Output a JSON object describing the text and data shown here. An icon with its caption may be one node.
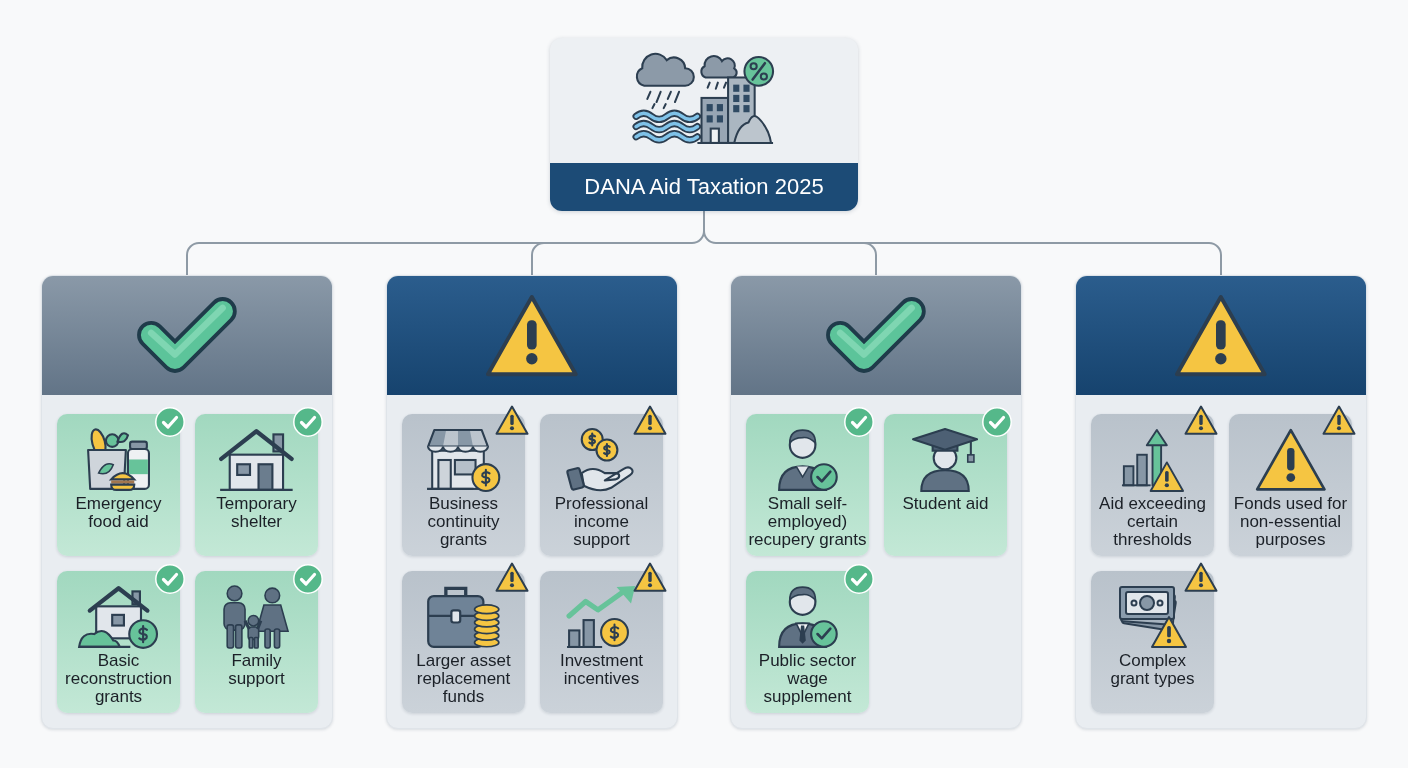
{
  "diagram": {
    "nodes": [
      {
        "text": [
          "DANA Aid Taxation 2025"
        ]
      },
      {
        "text": [],
        "shape": "box"
      },
      {
        "text": [
          "Emergency food aid"
        ],
        "in": 1
      },
      {
        "text": [
          "Temporary shelter"
        ],
        "in": 1
      },
      {
        "text": [
          "Basic reconstruction grants"
        ],
        "in": 1
      },
      {
        "text": [
          "Family support"
        ],
        "in": 1
      },
      {
        "text": [],
        "shape": "box"
      },
      {
        "text": [
          "Business continuity grants"
        ],
        "in": 6
      },
      {
        "text": [
          "Professional income support"
        ],
        "in": 6
      },
      {
        "text": [
          "Larger asset replacement funds"
        ],
        "in": 6
      },
      {
        "text": [
          "Investment incentives"
        ],
        "in": 6
      },
      {
        "text": [],
        "shape": "box"
      },
      {
        "text": [
          "Small self-employed) recupery grants"
        ],
        "in": 11
      },
      {
        "text": [
          "Student aid"
        ],
        "in": 11
      },
      {
        "text": [
          "Public sector wage supplement"
        ],
        "in": 11
      },
      {
        "text": [],
        "shape": "box"
      },
      {
        "text": [
          "Aid exceeding certain thresholds"
        ],
        "in": 15
      },
      {
        "text": [
          "Fonds used for non-essential purposes"
        ],
        "in": 15
      },
      {
        "text": [
          "Complex grant types"
        ],
        "in": 15
      }
    ],
    "edges": [
      {
        "from": 0,
        "to": 1,
        "arrow": "none"
      },
      {
        "from": 0,
        "to": 6,
        "arrow": "none"
      },
      {
        "from": 0,
        "to": 11,
        "arrow": "none"
      },
      {
        "from": 0,
        "to": 15,
        "arrow": "none"
      }
    ]
  }
}
